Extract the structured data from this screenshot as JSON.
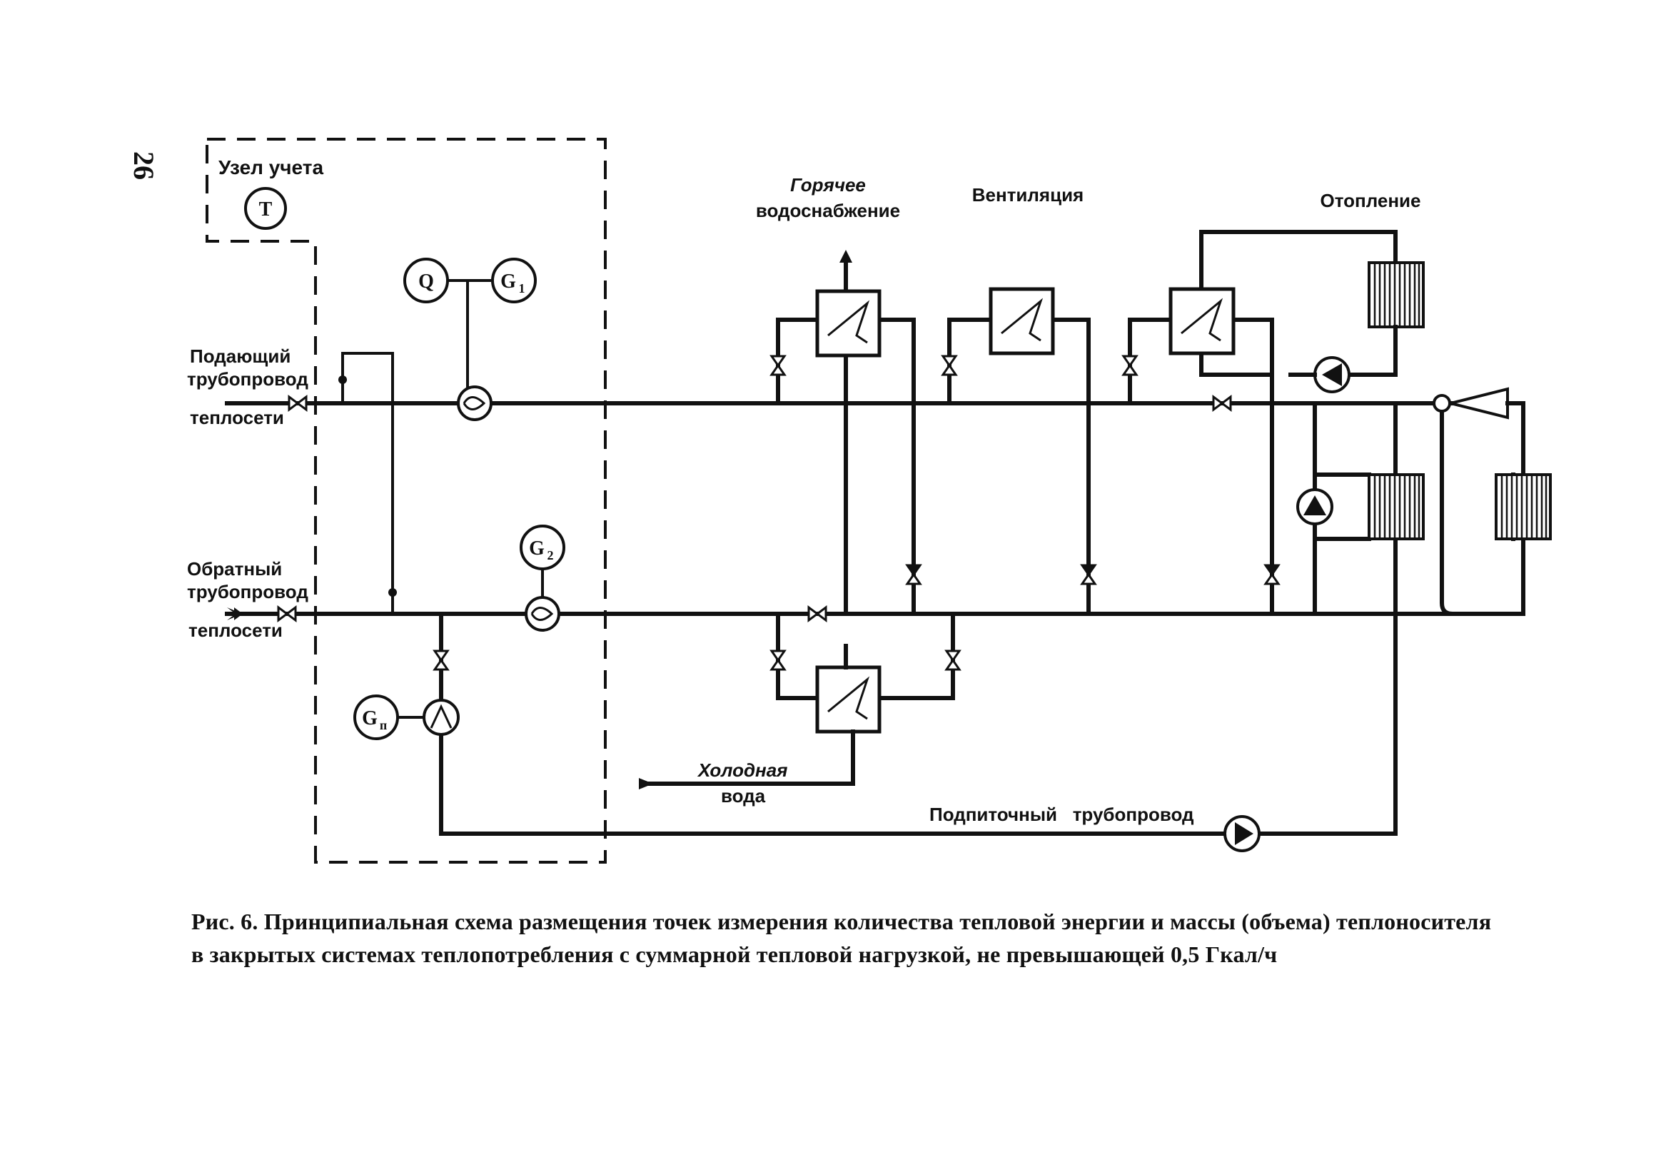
{
  "page": {
    "number": "26"
  },
  "metering_unit": {
    "title": "Узел учета",
    "sensor_t": "T"
  },
  "instruments": {
    "heat_meter": "Q",
    "flow_1": "G",
    "flow_1_sub": "1",
    "flow_2": "G",
    "flow_2_sub": "2",
    "flow_makeup": "G",
    "flow_makeup_sub": "п"
  },
  "labels": {
    "supply": [
      "Подающий",
      "трубопровод",
      "теплосети"
    ],
    "return": [
      "Обратный",
      "трубопровод",
      "теплосети"
    ],
    "hot_water": [
      "Горячее",
      "водоснабжение"
    ],
    "ventilation": "Вентиляция",
    "heating": "Отопление",
    "cold_water": [
      "Холодная",
      "вода"
    ],
    "makeup_pipe": "Подпиточный   трубопровод"
  },
  "caption": {
    "line1": "Рис. 6. Принципиальная схема размещения точек измерения количества тепловой энергии и массы (объема) теплоносителя",
    "line2": "в закрытых системах теплопотребления с суммарной тепловой нагрузкой, не превышающей 0,5 Гкал/ч"
  }
}
